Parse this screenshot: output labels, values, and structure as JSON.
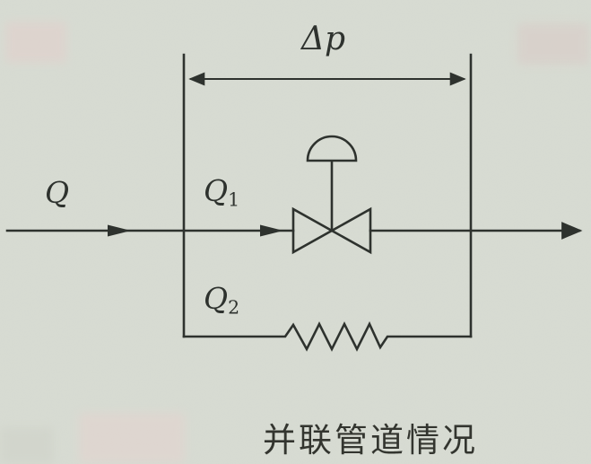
{
  "colors": {
    "paper": "#d8dcd3",
    "ink": "#2e322e"
  },
  "labels": {
    "delta_p": "Δp",
    "q_inlet": "Q",
    "q1": {
      "base": "Q",
      "sub": "1"
    },
    "q2": {
      "base": "Q",
      "sub": "2"
    }
  },
  "caption": "并联管道情况"
}
